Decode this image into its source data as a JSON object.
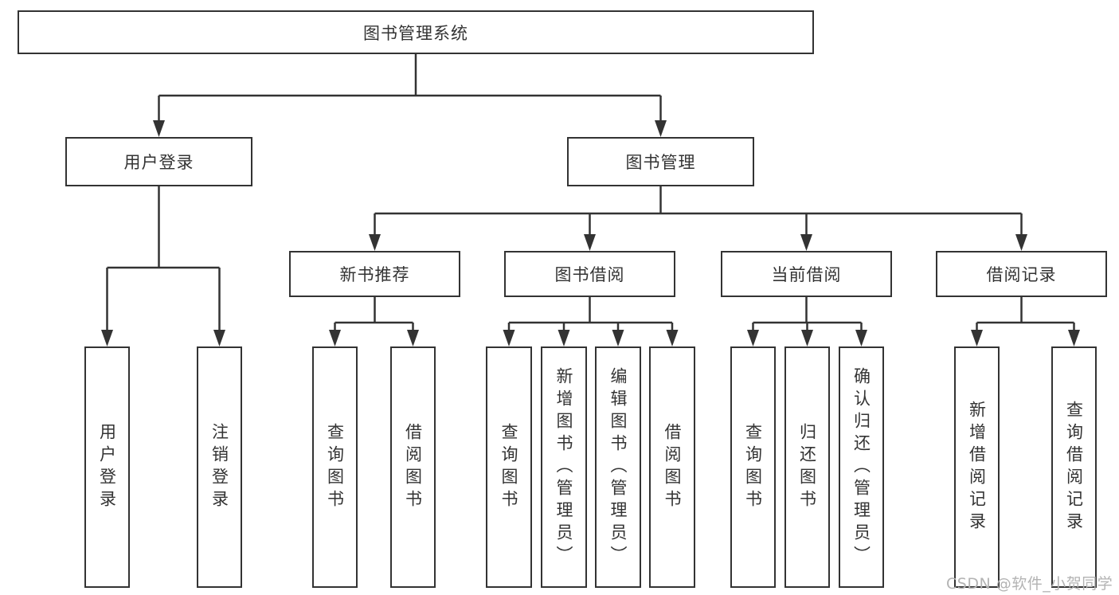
{
  "tree": {
    "root": "图书管理系统",
    "branches": [
      {
        "label": "用户登录",
        "children": [
          "用户登录",
          "注销登录"
        ]
      },
      {
        "label": "图书管理",
        "groups": [
          {
            "label": "新书推荐",
            "children": [
              "查询图书",
              "借阅图书"
            ]
          },
          {
            "label": "图书借阅",
            "children": [
              "查询图书",
              "新增图书（管理员）",
              "编辑图书（管理员）",
              "借阅图书"
            ]
          },
          {
            "label": "当前借阅",
            "children": [
              "查询图书",
              "归还图书",
              "确认归还（管理员）"
            ]
          },
          {
            "label": "借阅记录",
            "children": [
              "新增借阅记录",
              "查询借阅记录"
            ]
          }
        ]
      }
    ]
  },
  "watermark": {
    "text": "CSDN @软件_小贺同学"
  },
  "colors": {
    "line": "#333333",
    "text": "#333333",
    "background": "#ffffff",
    "watermark": "#b3b3b3"
  }
}
